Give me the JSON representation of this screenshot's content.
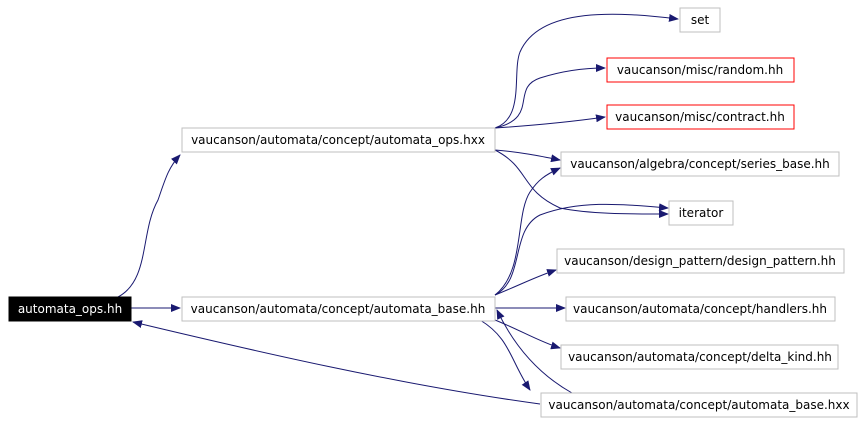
{
  "graph": {
    "colors": {
      "edge": "#191970",
      "node_border": "#bfbfbf",
      "node_border_highlight": "#ff0000",
      "root_fill": "#000000",
      "root_text": "#ffffff"
    },
    "nodes": {
      "root": "automata_ops.hh",
      "automata_ops_hxx": "vaucanson/automata/concept/automata_ops.hxx",
      "automata_base_hh": "vaucanson/automata/concept/automata_base.hh",
      "set": "set",
      "random_hh": "vaucanson/misc/random.hh",
      "contract_hh": "vaucanson/misc/contract.hh",
      "series_base_hh": "vaucanson/algebra/concept/series_base.hh",
      "iterator": "iterator",
      "design_pattern_hh": "vaucanson/design_pattern/design_pattern.hh",
      "handlers_hh": "vaucanson/automata/concept/handlers.hh",
      "delta_kind_hh": "vaucanson/automata/concept/delta_kind.hh",
      "automata_base_hxx": "vaucanson/automata/concept/automata_base.hxx"
    }
  }
}
